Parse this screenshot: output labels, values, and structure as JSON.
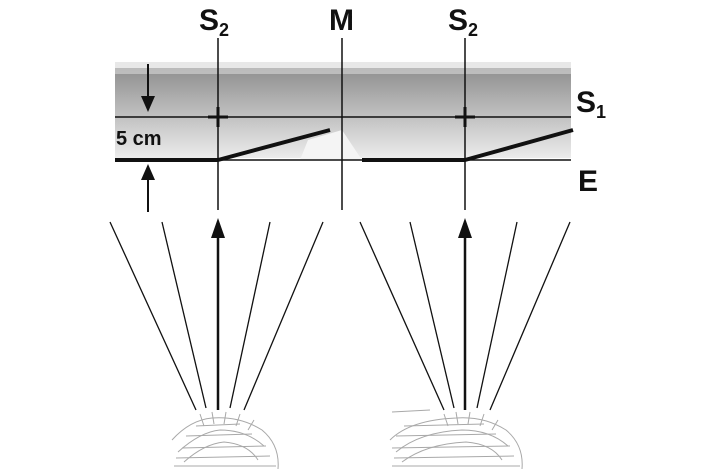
{
  "labels": {
    "left_top": "S",
    "left_top_sub": "2",
    "middle_top": "M",
    "right_top": "S",
    "right_top_sub": "2",
    "s1_main": "S",
    "s1_sub": "1",
    "e": "E",
    "distance": "5 cm"
  },
  "colors": {
    "band_top": "#8f8f8f",
    "band_bottom": "#e9e9e9",
    "line": "#111111"
  }
}
